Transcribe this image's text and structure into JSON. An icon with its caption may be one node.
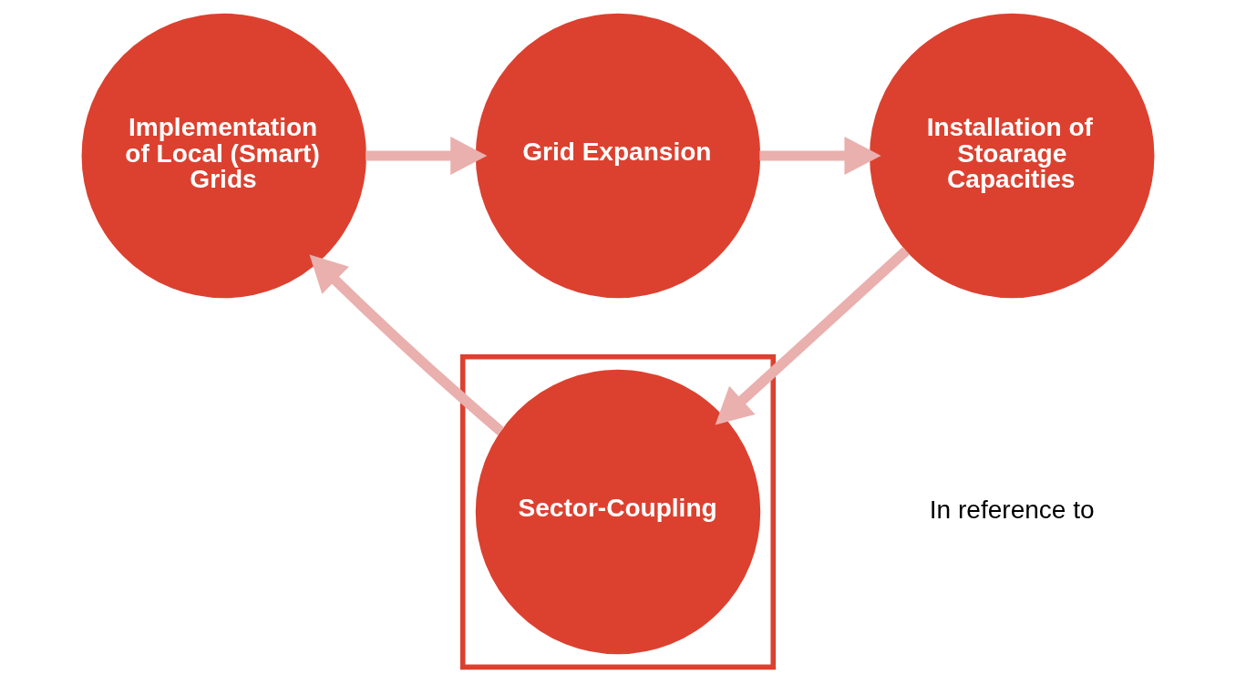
{
  "diagram": {
    "nodes": [
      {
        "text": [
          "Grid Expansion"
        ]
      },
      {
        "text": [
          "Implementation of Local (Smart) Grids"
        ]
      },
      {
        "text": [
          "Installation of Stoarage Capacities"
        ]
      },
      {
        "text": [],
        "shape": "box"
      },
      {
        "text": [
          "Sector-Coupling"
        ],
        "in": 3
      }
    ],
    "edges": [
      {
        "from": 1,
        "to": 0,
        "arrow": "to"
      },
      {
        "from": 0,
        "to": 2,
        "arrow": "to"
      },
      {
        "from": 2,
        "to": 4,
        "arrow": "to"
      },
      {
        "from": 4,
        "to": 1,
        "arrow": "to"
      }
    ],
    "labels": [
      "In reference to"
    ]
  }
}
